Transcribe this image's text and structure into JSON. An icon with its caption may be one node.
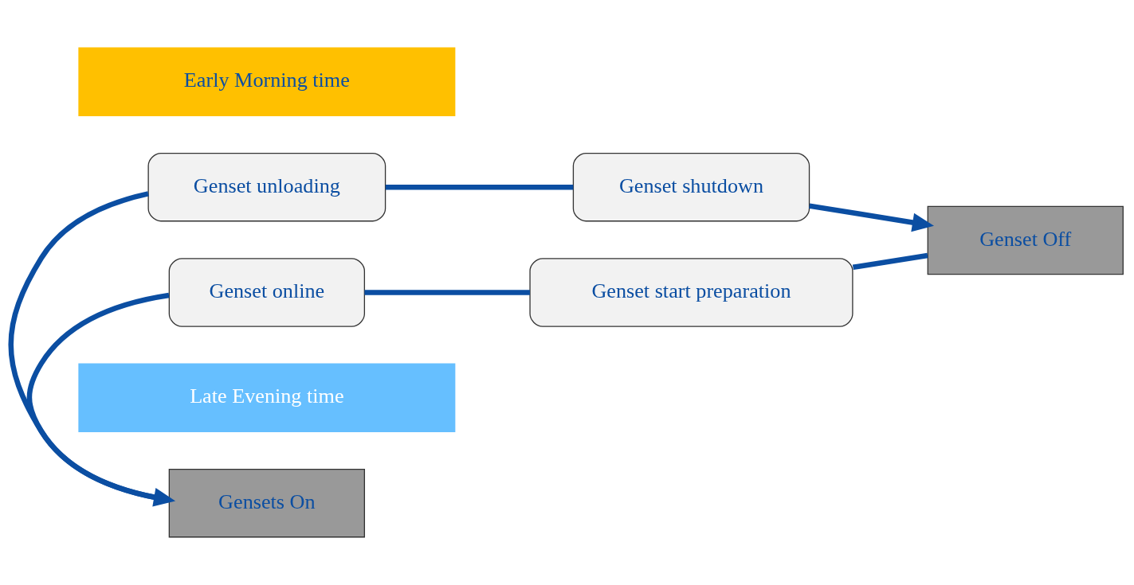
{
  "diagram": {
    "nodes": [
      {
        "text": [
          "Early Morning time"
        ]
      },
      {
        "text": [
          "Genset unloading"
        ]
      },
      {
        "text": [
          "Genset shutdown"
        ]
      },
      {
        "text": [
          "Gensets On"
        ]
      },
      {
        "text": [
          "Genset Off"
        ]
      },
      {
        "text": [
          "Genset online"
        ]
      },
      {
        "text": [
          "Genset start preparation"
        ]
      },
      {
        "text": [
          "Late Evening time"
        ]
      }
    ],
    "edges": [
      {
        "from": 3,
        "to": 1,
        "arrow": "none"
      },
      {
        "from": 1,
        "to": 2,
        "arrow": "none"
      },
      {
        "from": 2,
        "to": 4,
        "arrow": "to"
      },
      {
        "from": 4,
        "to": 6,
        "arrow": "none"
      },
      {
        "from": 6,
        "to": 5,
        "arrow": "none"
      },
      {
        "from": 5,
        "to": 3,
        "arrow": "to"
      }
    ]
  }
}
